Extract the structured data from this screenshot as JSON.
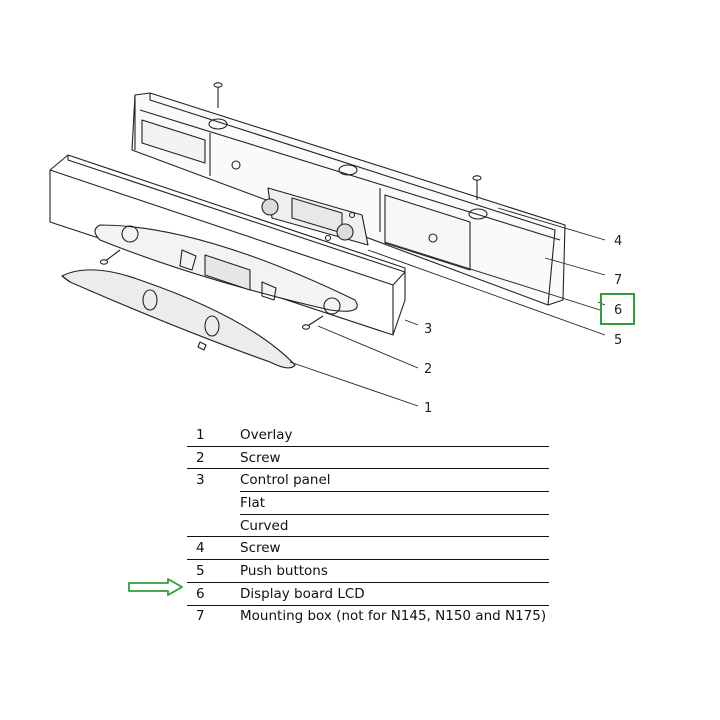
{
  "callouts": {
    "c1": "1",
    "c2": "2",
    "c3": "3",
    "c4": "4",
    "c5": "5",
    "c6": "6",
    "c7": "7"
  },
  "colors": {
    "highlight": "#2e9e3c",
    "line": "#111111"
  },
  "parts": [
    {
      "num": "1",
      "desc": "Overlay"
    },
    {
      "num": "2",
      "desc": "Screw"
    },
    {
      "num": "3",
      "desc": "Control panel"
    },
    {
      "num": "",
      "desc": "Flat"
    },
    {
      "num": "",
      "desc": "Curved"
    },
    {
      "num": "4",
      "desc": "Screw"
    },
    {
      "num": "5",
      "desc": "Push buttons"
    },
    {
      "num": "6",
      "desc": "Display board LCD"
    },
    {
      "num": "7",
      "desc": "Mounting box (not for N145, N150 and N175)"
    }
  ],
  "highlighted_part": "6"
}
